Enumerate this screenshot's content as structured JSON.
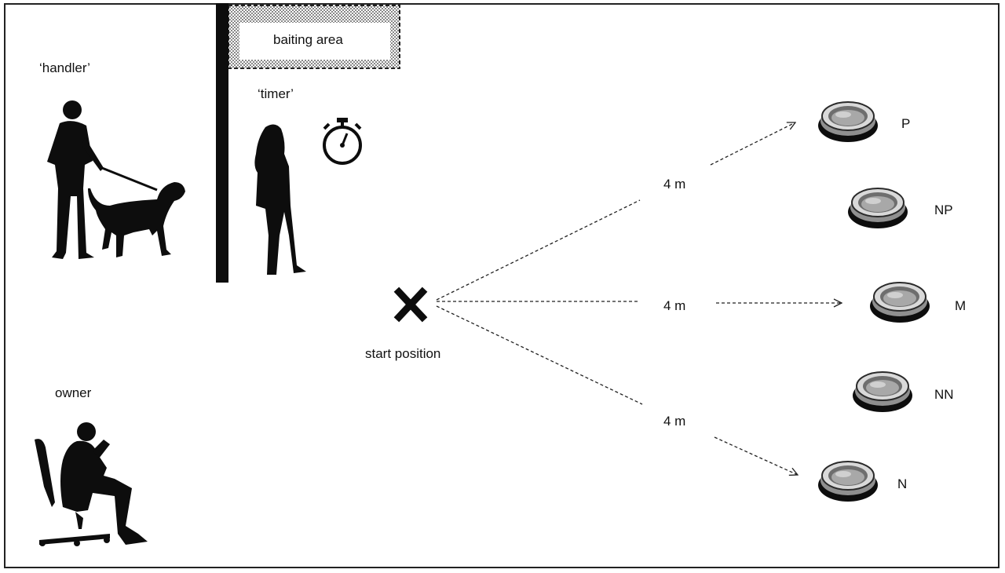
{
  "labels": {
    "baiting_area": "baiting area",
    "handler": "‘handler’",
    "timer": "‘timer’",
    "owner": "owner",
    "start_position": "start position",
    "distance_top": "4 m",
    "distance_middle": "4 m",
    "distance_bottom": "4 m"
  },
  "bowls": [
    {
      "id": "P",
      "label": "P"
    },
    {
      "id": "NP",
      "label": "NP"
    },
    {
      "id": "M",
      "label": "M"
    },
    {
      "id": "NN",
      "label": "NN"
    },
    {
      "id": "N",
      "label": "N"
    }
  ],
  "icons": {
    "start": "x-mark-icon",
    "timer": "stopwatch-icon",
    "handler": "handler-with-dog-silhouette",
    "timer_person": "woman-silhouette",
    "owner": "seated-man-silhouette",
    "bowl": "food-bowl-icon"
  },
  "colors": {
    "silhouette": "#0d0d0d",
    "line": "#222222",
    "bowl_metal": "#9a9a9a"
  }
}
